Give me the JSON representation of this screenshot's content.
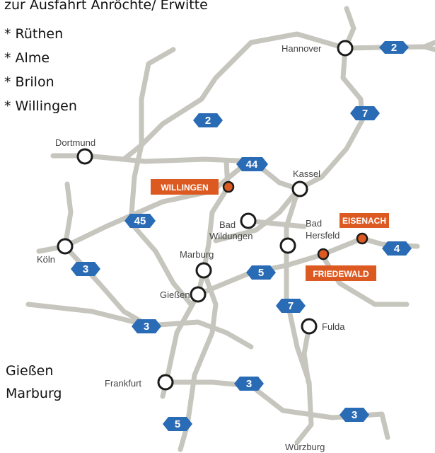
{
  "intro": "zur Ausfahrt Anröchte/ Erwitte",
  "towns": [
    "* Rüthen",
    "* Alme",
    "* Brilon",
    "* Willingen"
  ],
  "bottom_list": [
    "Gießen",
    "Marburg"
  ],
  "cities": {
    "hannover": "Hannover",
    "dortmund": "Dortmund",
    "kassel": "Kassel",
    "bad_wildungen_1": "Bad",
    "bad_wildungen_2": "Wildungen",
    "bad_hersfeld_1": "Bad",
    "bad_hersfeld_2": "Hersfeld",
    "koeln": "Köln",
    "marburg": "Marburg",
    "giessen": "Gießen",
    "fulda": "Fulda",
    "frankfurt": "Frankfurt",
    "wuerzburg": "Würzburg"
  },
  "destinations": {
    "willingen": "WILLINGEN",
    "eisenach": "EISENACH",
    "friedewald": "FRIEDEWALD"
  },
  "highways": {
    "a2_east": "2",
    "a2_mid": "2",
    "a7_north": "7",
    "a44": "44",
    "a45": "45",
    "a3_west": "3",
    "a5_mid": "5",
    "a4": "4",
    "a7_south": "7",
    "a3_mid": "3",
    "a3_south": "3",
    "a3_east": "3",
    "a5_south": "5"
  },
  "colors": {
    "road": "#c6c6be",
    "highway_badge": "#2a6bb5",
    "destination": "#dc5a22"
  }
}
